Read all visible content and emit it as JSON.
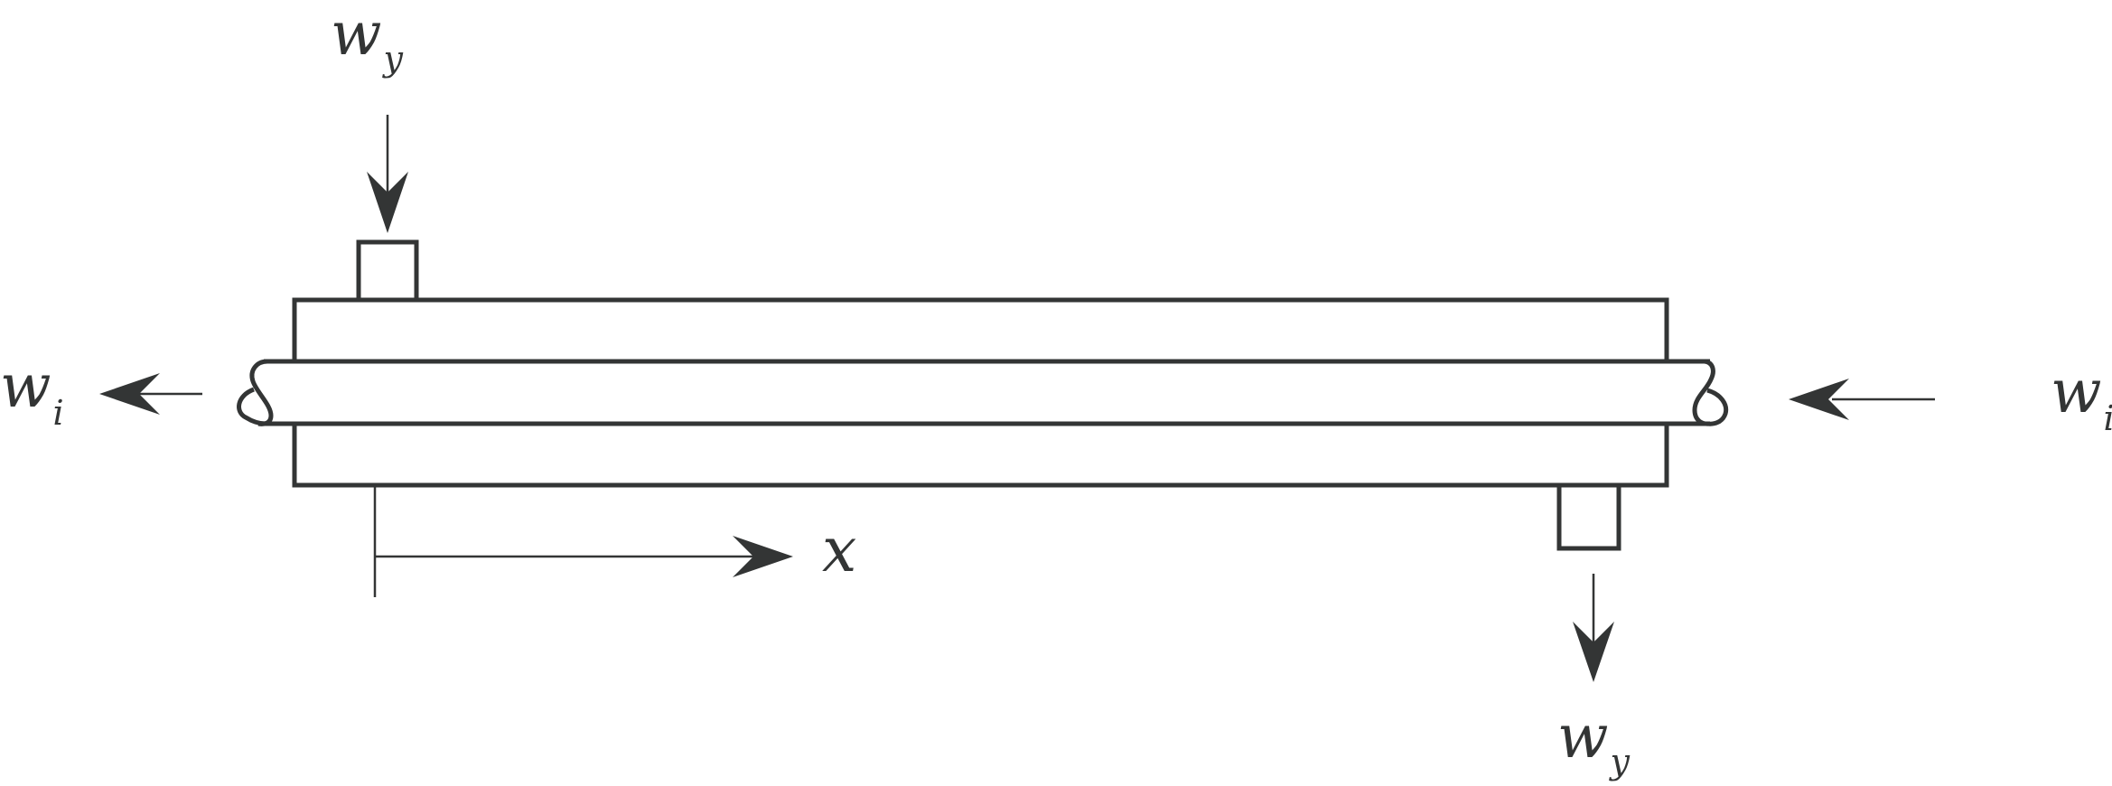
{
  "labels": {
    "shell_inlet_label": "w",
    "shell_inlet_subscript": "y",
    "shell_outlet_label": "w",
    "shell_outlet_subscript": "y",
    "tube_left_label": "w",
    "tube_left_subscript": "i",
    "tube_right_label": "w",
    "tube_right_subscript": "i",
    "axis_label": "x"
  },
  "colors": {
    "line": "#333535",
    "background": "#ffffff"
  }
}
